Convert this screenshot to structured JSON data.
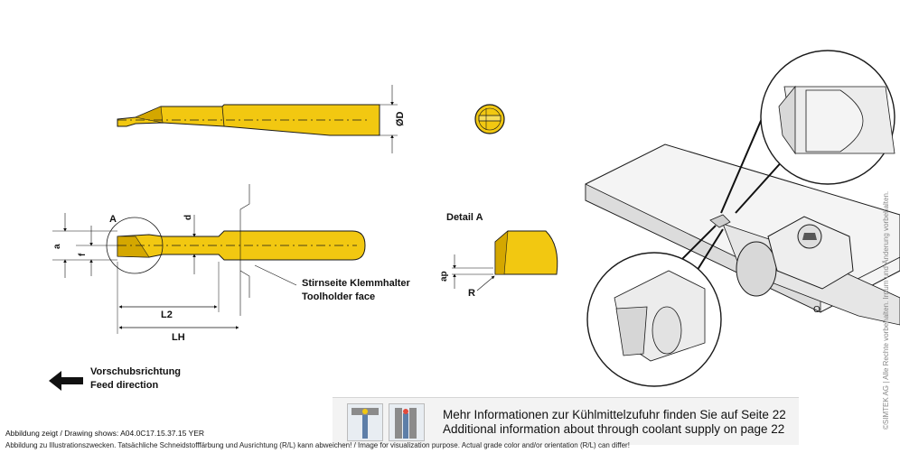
{
  "labels": {
    "diameter": "ØD",
    "a": "a",
    "f": "f",
    "d": "d",
    "A": "A",
    "L2": "L2",
    "LH": "LH",
    "ap": "ap",
    "R": "R",
    "detail_a": "Detail A",
    "toolholder_face_de": "Stirnseite Klemmhalter",
    "toolholder_face_en": "Toolholder face"
  },
  "feed": {
    "de": "Vorschubsrichtung",
    "en": "Feed direction"
  },
  "info": {
    "de": "Mehr Informationen zur Kühlmittelzufuhr finden Sie auf Seite 22",
    "en": "Additional information about through coolant supply on page 22"
  },
  "captions": {
    "drawing": "Abbildung zeigt / Drawing shows: A04.0C17.15.37.15 YER",
    "disclaimer": "Abbildung zu Illustrationszwecken. Tatsächliche Schneidstofffärbung und Ausrichtung (R/L) kann abweichen! / Image for visualization purpose. Actual grade color and/or orientation (R/L) can differ!"
  },
  "copyright": "©SIMTEK AG | Alle Rechte vorbehalten. Irrtum und Änderung vorbehalten.",
  "colors": {
    "tool_yellow": "#f2c811",
    "tool_shadow": "#d4a700",
    "outline": "#1a1a1a",
    "holder_gray": "#e6e6e6"
  },
  "icons": {
    "feed_arrow": "arrow-left-icon"
  }
}
